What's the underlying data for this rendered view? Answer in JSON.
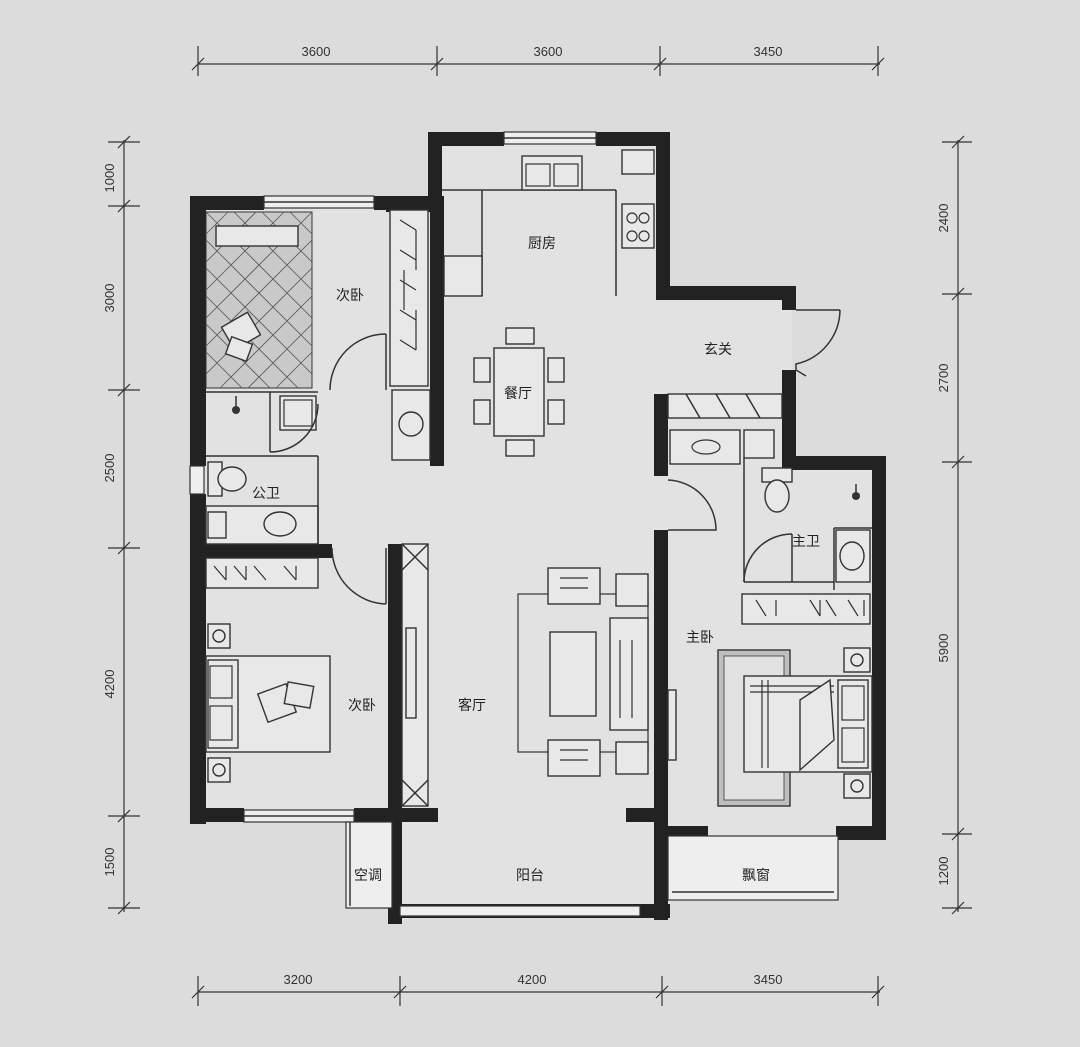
{
  "top_dimensions": [
    "3600",
    "3600",
    "3450"
  ],
  "bottom_dimensions": [
    "3200",
    "4200",
    "3450"
  ],
  "left_dimensions": [
    "1000",
    "3000",
    "2500",
    "4200",
    "1500"
  ],
  "right_dimensions": [
    "2400",
    "2700",
    "5900",
    "1200"
  ],
  "rooms": {
    "kitchen": "厨房",
    "bedroom_top": "次卧",
    "dining": "餐厅",
    "entrance": "玄关",
    "public_bath": "公卫",
    "master_bath": "主卫",
    "master_bedroom": "主卧",
    "bedroom_bottom": "次卧",
    "living": "客厅",
    "balcony": "阳台",
    "ac": "空调",
    "bay_window": "飘窗"
  },
  "colors": {
    "wall": "#222222",
    "background": "#dcdcdc"
  }
}
